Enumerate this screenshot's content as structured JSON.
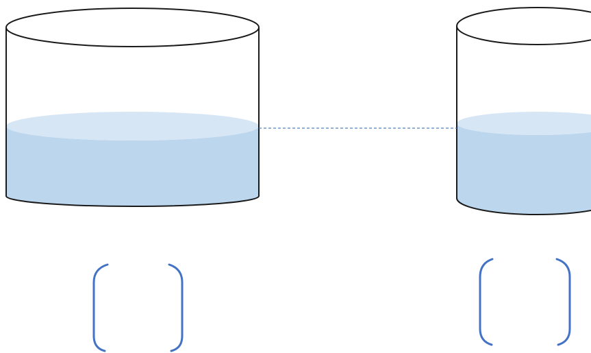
{
  "figure": {
    "containers": [
      {
        "id": "left-cylinder",
        "shape": "cylinder",
        "liquid": "water",
        "answer_bracket": ""
      },
      {
        "id": "right-cylinder",
        "shape": "cylinder",
        "liquid": "water",
        "answer_bracket": ""
      }
    ],
    "level_guide": "equal-water-level-dashed-line",
    "colors": {
      "outline": "#1a1a1a",
      "water_body": "#bcd6ee",
      "water_surface": "#d6e6f5",
      "guide_line": "#4f81bd",
      "bracket": "#4472c4",
      "background": "#ffffff"
    }
  }
}
